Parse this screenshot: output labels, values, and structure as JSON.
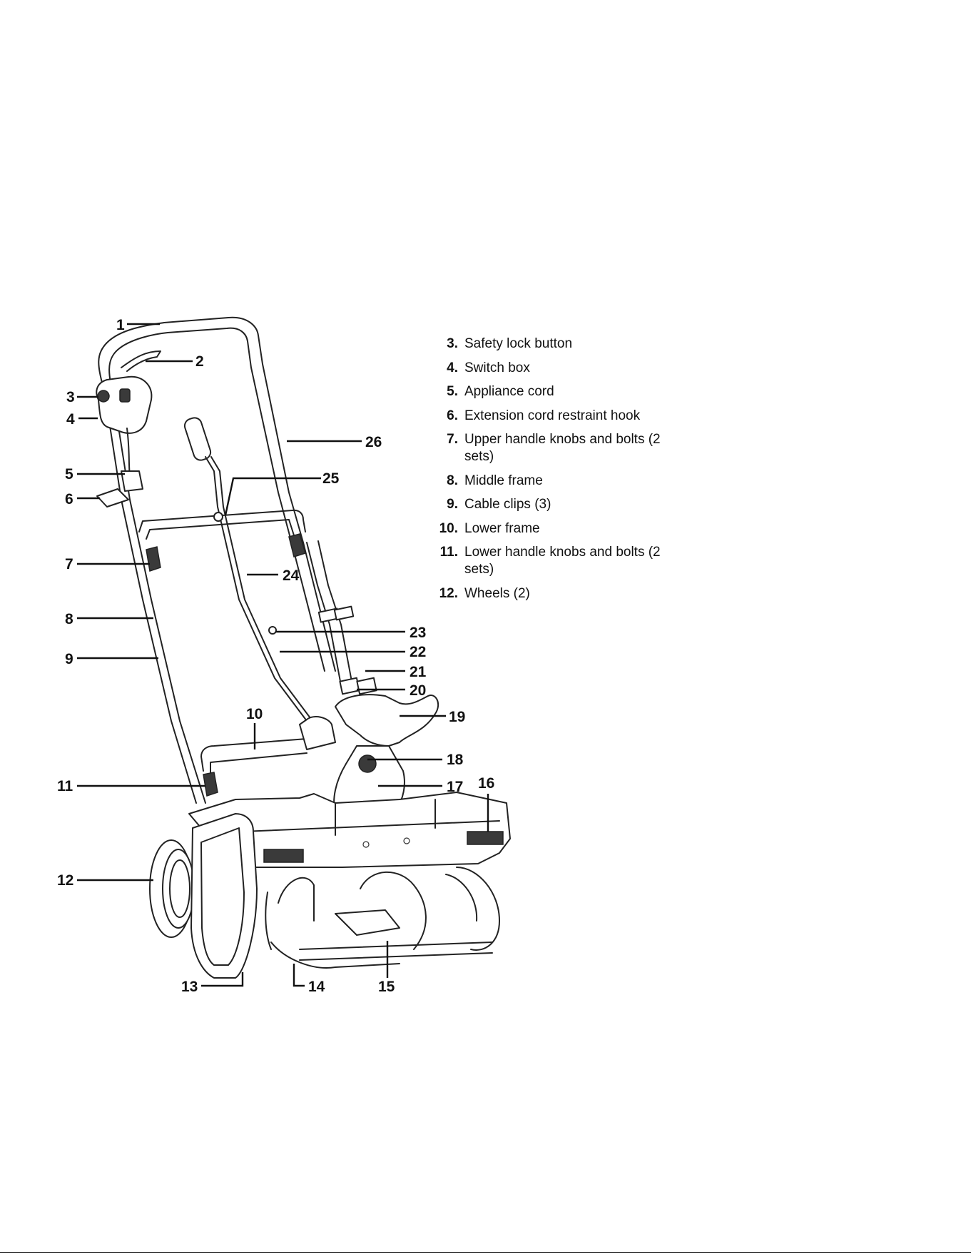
{
  "legend": [
    {
      "num": "3.",
      "label": "Safety lock button"
    },
    {
      "num": "4.",
      "label": "Switch box"
    },
    {
      "num": "5.",
      "label": "Appliance cord"
    },
    {
      "num": "6.",
      "label": "Extension cord restraint hook"
    },
    {
      "num": "7.",
      "label": "Upper handle knobs and bolts (2 sets)"
    },
    {
      "num": "8.",
      "label": "Middle frame"
    },
    {
      "num": "9.",
      "label": "Cable clips (3)"
    },
    {
      "num": "10.",
      "label": "Lower frame"
    },
    {
      "num": "11.",
      "label": "Lower handle knobs and bolts (2 sets)"
    },
    {
      "num": "12.",
      "label": "Wheels (2)"
    }
  ],
  "callouts": [
    "1",
    "2",
    "3",
    "4",
    "5",
    "6",
    "7",
    "8",
    "9",
    "10",
    "11",
    "12",
    "13",
    "14",
    "15",
    "16",
    "17",
    "18",
    "19",
    "20",
    "21",
    "22",
    "23",
    "24",
    "25",
    "26"
  ]
}
